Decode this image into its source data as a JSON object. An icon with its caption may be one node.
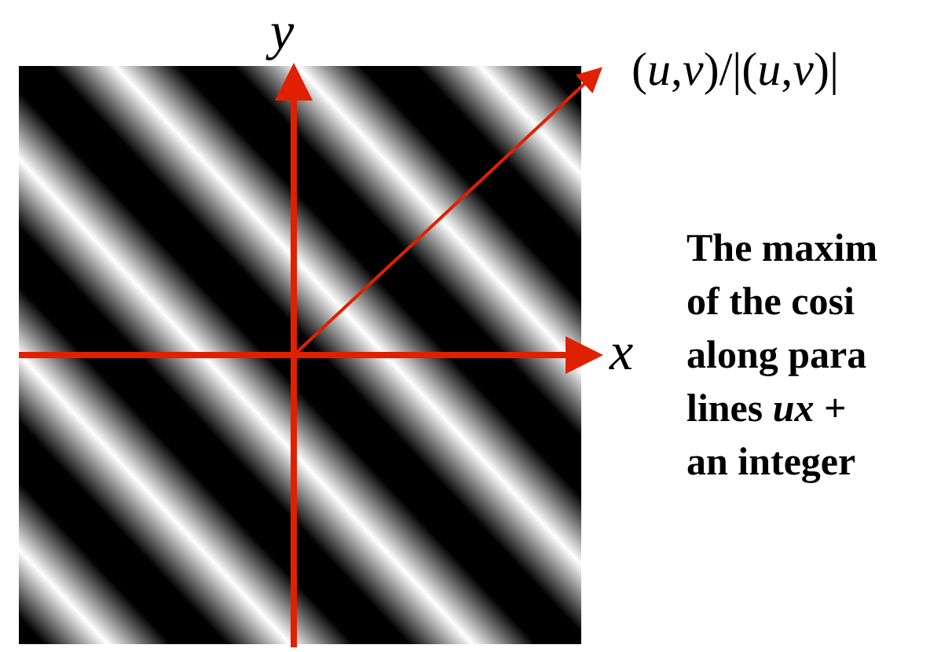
{
  "diagram": {
    "labels": [
      "y",
      "(*u*,*v*)/|(*u*,*v*)|",
      "x",
      "The maxim",
      "of the cosi",
      "along para",
      "lines *ux* +",
      "an integer"
    ]
  }
}
